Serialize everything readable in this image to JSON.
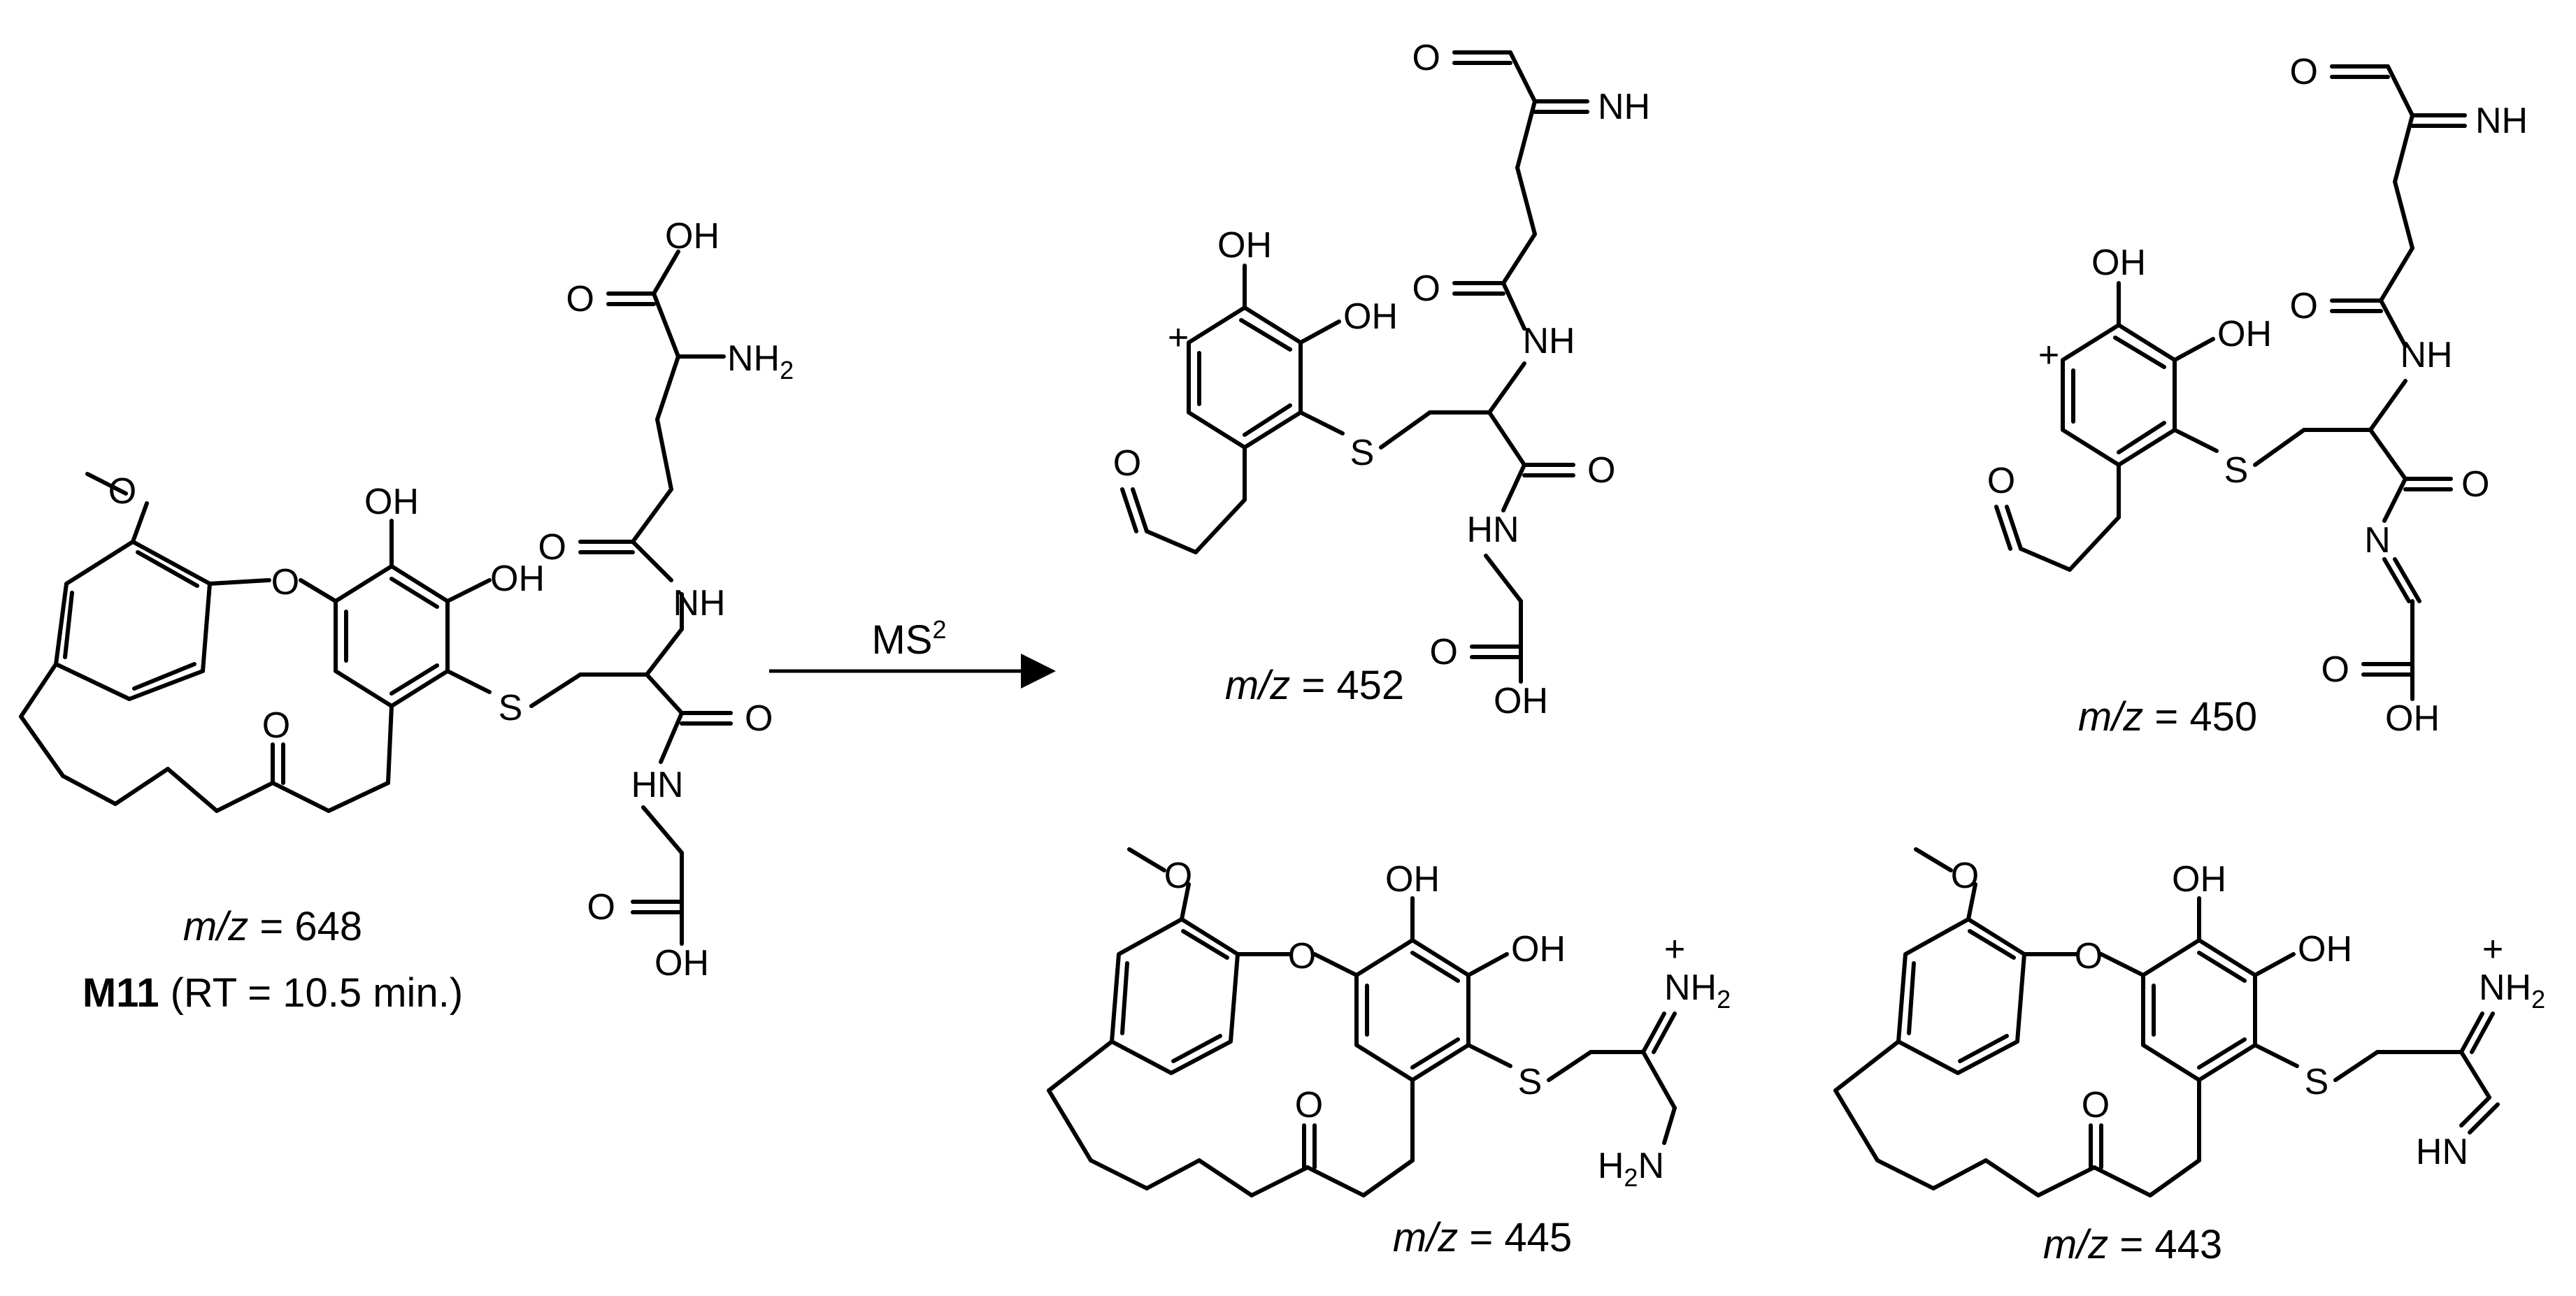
{
  "reaction": {
    "arrow_label_base": "MS",
    "arrow_label_sup": "2"
  },
  "parent": {
    "mz_prefix": "m/z",
    "mz_value": " = 648",
    "name": "M11",
    "rt_text": " (RT = 10.5 min.)"
  },
  "fragments": [
    {
      "mz_prefix": "m/z",
      "mz_value": " = 452"
    },
    {
      "mz_prefix": "m/z",
      "mz_value": " = 450"
    },
    {
      "mz_prefix": "m/z",
      "mz_value": " = 445"
    },
    {
      "mz_prefix": "m/z",
      "mz_value": " = 443"
    }
  ],
  "atoms": {
    "oh": "OH",
    "o": "O",
    "s": "S",
    "nh": "NH",
    "hn": "HN",
    "n": "N",
    "nh2": "NH",
    "nh2_sub": "2",
    "h2n_h": "H",
    "h2n_sub": "2",
    "h2n_n": "N",
    "plus": "+"
  }
}
